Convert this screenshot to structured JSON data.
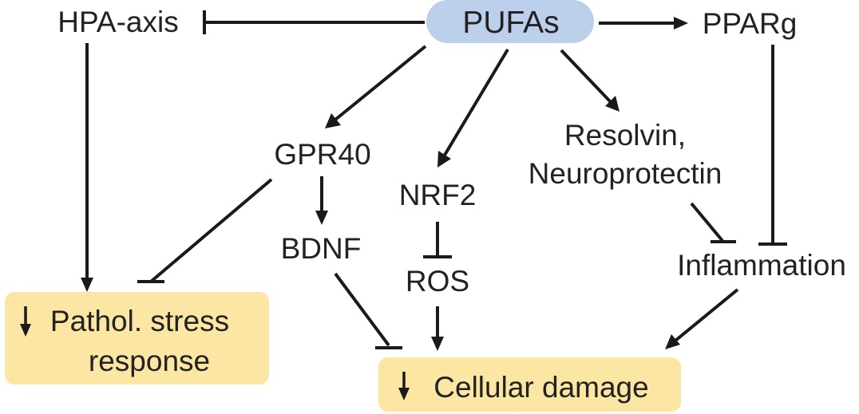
{
  "colors": {
    "pufa_fill": "#bcd0ec",
    "outcome_fill": "#fbe6a4",
    "line": "#1a1a1a",
    "text": "#222222"
  },
  "nodes": {
    "pufas": "PUFAs",
    "hpa_axis": "HPA-axis",
    "pparg": "PPARg",
    "gpr40": "GPR40",
    "nrf2": "NRF2",
    "resolvin_line1": "Resolvin,",
    "resolvin_line2": "Neuroprotectin",
    "bdnf": "BDNF",
    "ros": "ROS",
    "inflammation": "Inflammation",
    "pathol_line1": "Pathol. stress",
    "pathol_line2": "response",
    "cellular_damage": "Cellular damage"
  },
  "edges": [
    {
      "from": "pufas",
      "to": "hpa_axis",
      "type": "inhibit"
    },
    {
      "from": "pufas",
      "to": "pparg",
      "type": "activate"
    },
    {
      "from": "pufas",
      "to": "gpr40",
      "type": "activate"
    },
    {
      "from": "pufas",
      "to": "nrf2",
      "type": "activate"
    },
    {
      "from": "pufas",
      "to": "resolvin",
      "type": "activate"
    },
    {
      "from": "hpa_axis",
      "to": "pathol_stress_response",
      "type": "activate"
    },
    {
      "from": "gpr40",
      "to": "pathol_stress_response",
      "type": "inhibit"
    },
    {
      "from": "gpr40",
      "to": "bdnf",
      "type": "activate"
    },
    {
      "from": "nrf2",
      "to": "ros",
      "type": "inhibit"
    },
    {
      "from": "resolvin",
      "to": "inflammation",
      "type": "inhibit"
    },
    {
      "from": "pparg",
      "to": "inflammation",
      "type": "inhibit"
    },
    {
      "from": "bdnf",
      "to": "cellular_damage",
      "type": "inhibit"
    },
    {
      "from": "ros",
      "to": "cellular_damage",
      "type": "activate"
    },
    {
      "from": "inflammation",
      "to": "cellular_damage",
      "type": "activate"
    }
  ]
}
